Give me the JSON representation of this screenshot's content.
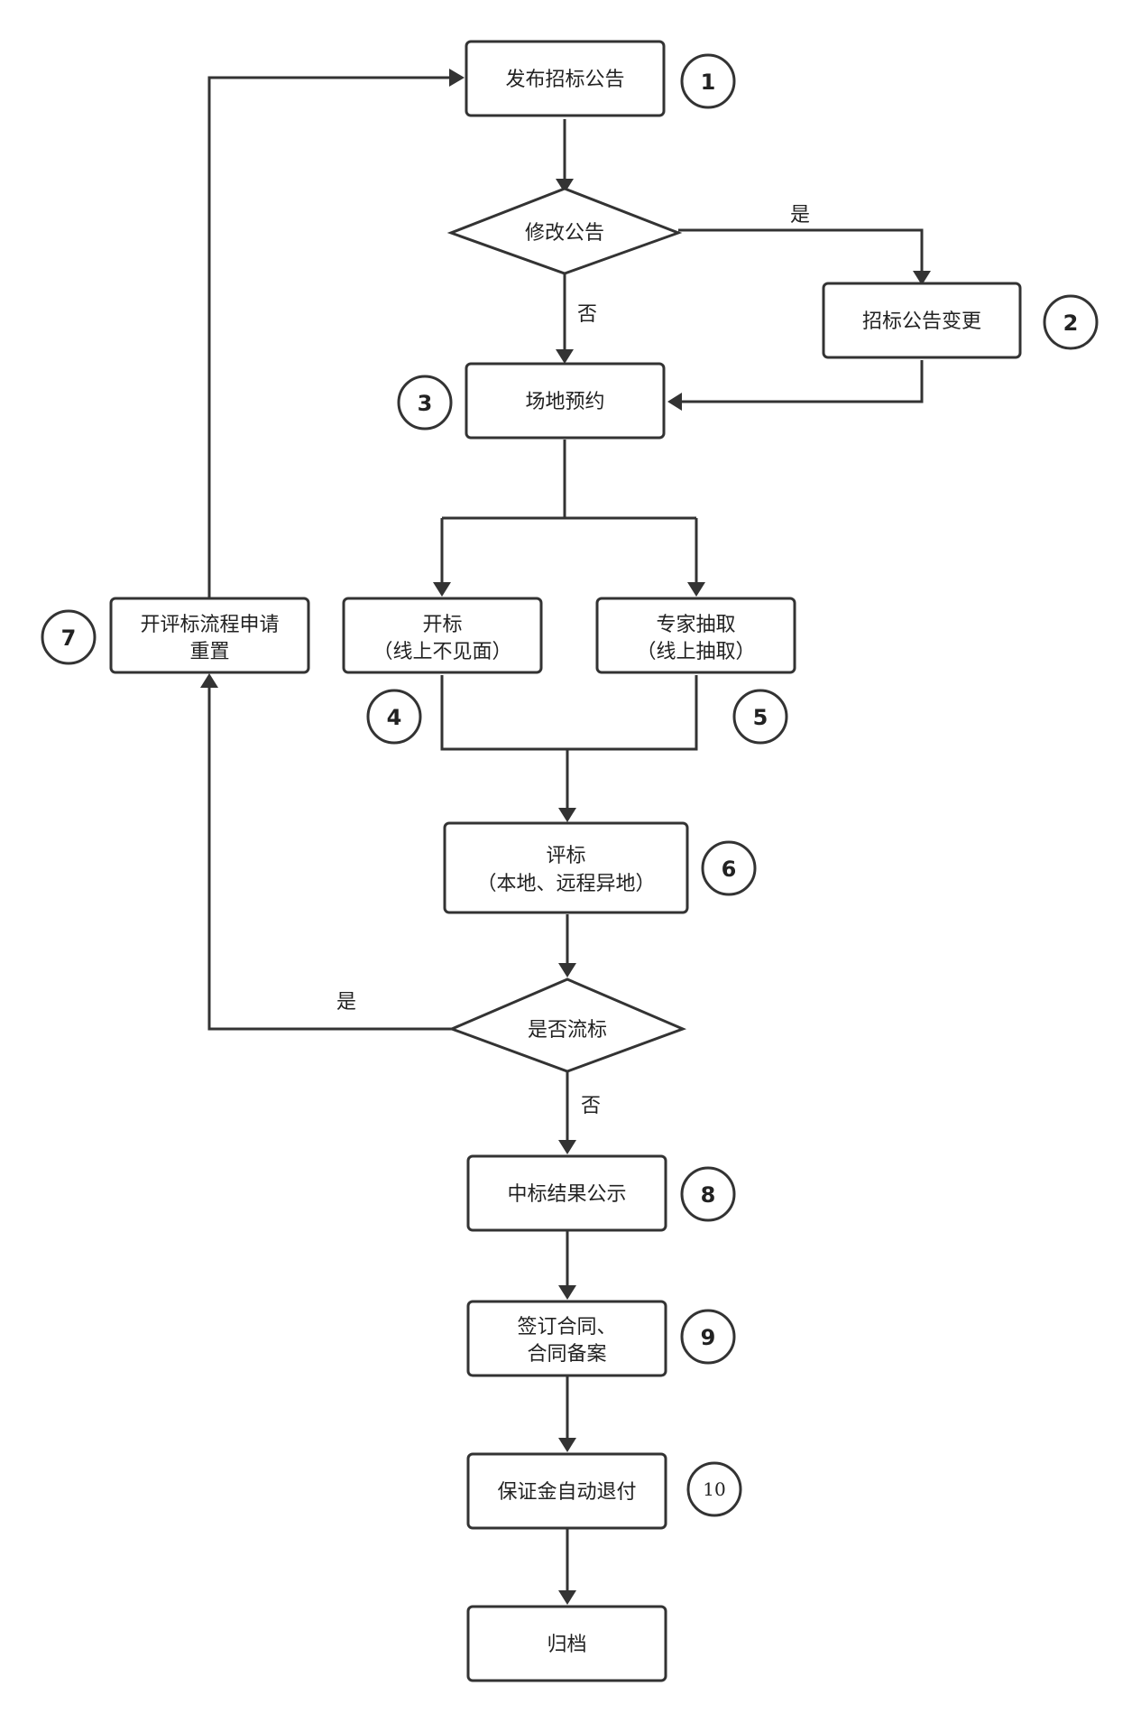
{
  "nodes": {
    "publish": {
      "lines": [
        "发布招标公告"
      ]
    },
    "modify": {
      "lines": [
        "修改公告"
      ]
    },
    "change": {
      "lines": [
        "招标公告变更"
      ]
    },
    "venue": {
      "lines": [
        "场地预约"
      ]
    },
    "open": {
      "lines": [
        "开标",
        "（线上不见面）"
      ]
    },
    "expert": {
      "lines": [
        "专家抽取",
        "（线上抽取）"
      ]
    },
    "reset": {
      "lines": [
        "开评标流程申请",
        "重置"
      ]
    },
    "evaluate": {
      "lines": [
        "评标",
        "（本地、远程异地）"
      ]
    },
    "failed": {
      "lines": [
        "是否流标"
      ]
    },
    "result": {
      "lines": [
        "中标结果公示"
      ]
    },
    "contract": {
      "lines": [
        "签订合同、",
        "合同备案"
      ]
    },
    "refund": {
      "lines": [
        "保证金自动退付"
      ]
    },
    "archive": {
      "lines": [
        "归档"
      ]
    }
  },
  "edge_labels": {
    "modify_yes": "是",
    "modify_no": "否",
    "failed_yes": "是",
    "failed_no": "否"
  },
  "badges": {
    "b1": "1",
    "b2": "2",
    "b3": "3",
    "b4": "4",
    "b5": "5",
    "b6": "6",
    "b7": "7",
    "b8": "8",
    "b9": "9",
    "b10": "10"
  }
}
